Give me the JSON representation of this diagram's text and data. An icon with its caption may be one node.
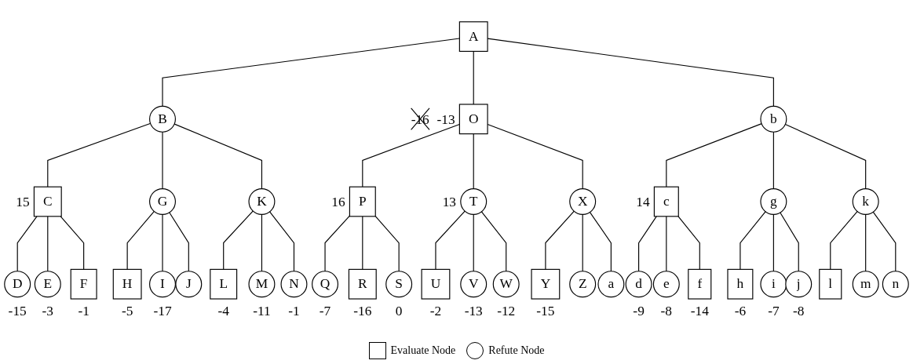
{
  "diagram": {
    "nodes": [
      {
        "text": [
          "A"
        ]
      },
      {
        "text": [
          "B"
        ]
      },
      {
        "text": [
          "O"
        ],
        "beside": [
          "-16",
          "-13"
        ]
      },
      {
        "text": [
          "b"
        ]
      },
      {
        "text": [
          "C"
        ],
        "beside": [
          "15"
        ]
      },
      {
        "text": [
          "G"
        ]
      },
      {
        "text": [
          "K"
        ]
      },
      {
        "text": [
          "P"
        ],
        "beside": [
          "16"
        ]
      },
      {
        "text": [
          "T"
        ],
        "beside": [
          "13"
        ]
      },
      {
        "text": [
          "X"
        ]
      },
      {
        "text": [
          "c"
        ],
        "beside": [
          "14"
        ]
      },
      {
        "text": [
          "g"
        ]
      },
      {
        "text": [
          "k"
        ]
      },
      {
        "text": [
          "D"
        ],
        "beside": [
          "-15"
        ]
      },
      {
        "text": [
          "E"
        ],
        "beside": [
          "-3"
        ]
      },
      {
        "text": [
          "F"
        ],
        "beside": [
          "-1"
        ]
      },
      {
        "text": [
          "H"
        ],
        "beside": [
          "-5"
        ]
      },
      {
        "text": [
          "I"
        ],
        "beside": [
          "-17"
        ]
      },
      {
        "text": [
          "J"
        ]
      },
      {
        "text": [
          "L"
        ],
        "beside": [
          "-4"
        ]
      },
      {
        "text": [
          "M"
        ],
        "beside": [
          "-11"
        ]
      },
      {
        "text": [
          "N"
        ],
        "beside": [
          "-1"
        ]
      },
      {
        "text": [
          "Q"
        ],
        "beside": [
          "-7"
        ]
      },
      {
        "text": [
          "R"
        ],
        "beside": [
          "-16"
        ]
      },
      {
        "text": [
          "S"
        ],
        "beside": [
          "0"
        ]
      },
      {
        "text": [
          "U"
        ],
        "beside": [
          "-2"
        ]
      },
      {
        "text": [
          "V"
        ],
        "beside": [
          "-13"
        ]
      },
      {
        "text": [
          "W"
        ],
        "beside": [
          "-12"
        ]
      },
      {
        "text": [
          "Y"
        ],
        "beside": [
          "-15"
        ]
      },
      {
        "text": [
          "Z"
        ]
      },
      {
        "text": [
          "a"
        ]
      },
      {
        "text": [
          "d"
        ],
        "beside": [
          "-9"
        ]
      },
      {
        "text": [
          "e"
        ],
        "beside": [
          "-8"
        ]
      },
      {
        "text": [
          "f"
        ],
        "beside": [
          "-14"
        ]
      },
      {
        "text": [
          "h"
        ],
        "beside": [
          "-6"
        ]
      },
      {
        "text": [
          "i"
        ],
        "beside": [
          "-7"
        ]
      },
      {
        "text": [
          "j"
        ],
        "beside": [
          "-8"
        ]
      },
      {
        "text": [
          "l"
        ]
      },
      {
        "text": [
          "m"
        ]
      },
      {
        "text": [
          "n"
        ]
      }
    ],
    "edges": [
      {
        "from": 0,
        "to": 1,
        "arrow": "none"
      },
      {
        "from": 0,
        "to": 2,
        "arrow": "none"
      },
      {
        "from": 0,
        "to": 3,
        "arrow": "none"
      },
      {
        "from": 1,
        "to": 4,
        "arrow": "none"
      },
      {
        "from": 1,
        "to": 5,
        "arrow": "none"
      },
      {
        "from": 1,
        "to": 6,
        "arrow": "none"
      },
      {
        "from": 2,
        "to": 7,
        "arrow": "none"
      },
      {
        "from": 2,
        "to": 8,
        "arrow": "none"
      },
      {
        "from": 2,
        "to": 9,
        "arrow": "none"
      },
      {
        "from": 3,
        "to": 10,
        "arrow": "none"
      },
      {
        "from": 3,
        "to": 11,
        "arrow": "none"
      },
      {
        "from": 3,
        "to": 12,
        "arrow": "none"
      },
      {
        "from": 4,
        "to": 13,
        "arrow": "none"
      },
      {
        "from": 4,
        "to": 14,
        "arrow": "none"
      },
      {
        "from": 4,
        "to": 15,
        "arrow": "none"
      },
      {
        "from": 5,
        "to": 16,
        "arrow": "none"
      },
      {
        "from": 5,
        "to": 17,
        "arrow": "none"
      },
      {
        "from": 5,
        "to": 18,
        "arrow": "none"
      },
      {
        "from": 6,
        "to": 19,
        "arrow": "none"
      },
      {
        "from": 6,
        "to": 20,
        "arrow": "none"
      },
      {
        "from": 6,
        "to": 21,
        "arrow": "none"
      },
      {
        "from": 7,
        "to": 22,
        "arrow": "none"
      },
      {
        "from": 7,
        "to": 23,
        "arrow": "none"
      },
      {
        "from": 7,
        "to": 24,
        "arrow": "none"
      },
      {
        "from": 8,
        "to": 25,
        "arrow": "none"
      },
      {
        "from": 8,
        "to": 26,
        "arrow": "none"
      },
      {
        "from": 8,
        "to": 27,
        "arrow": "none"
      },
      {
        "from": 9,
        "to": 28,
        "arrow": "none"
      },
      {
        "from": 9,
        "to": 29,
        "arrow": "none"
      },
      {
        "from": 9,
        "to": 30,
        "arrow": "none"
      },
      {
        "from": 10,
        "to": 31,
        "arrow": "none"
      },
      {
        "from": 10,
        "to": 32,
        "arrow": "none"
      },
      {
        "from": 10,
        "to": 33,
        "arrow": "none"
      },
      {
        "from": 11,
        "to": 34,
        "arrow": "none"
      },
      {
        "from": 11,
        "to": 35,
        "arrow": "none"
      },
      {
        "from": 11,
        "to": 36,
        "arrow": "none"
      },
      {
        "from": 12,
        "to": 37,
        "arrow": "none"
      },
      {
        "from": 12,
        "to": 38,
        "arrow": "none"
      },
      {
        "from": 12,
        "to": 39,
        "arrow": "none"
      }
    ],
    "legend": [
      {
        "text": "Evaluate Node"
      },
      {
        "text": "Refute Node"
      }
    ]
  }
}
